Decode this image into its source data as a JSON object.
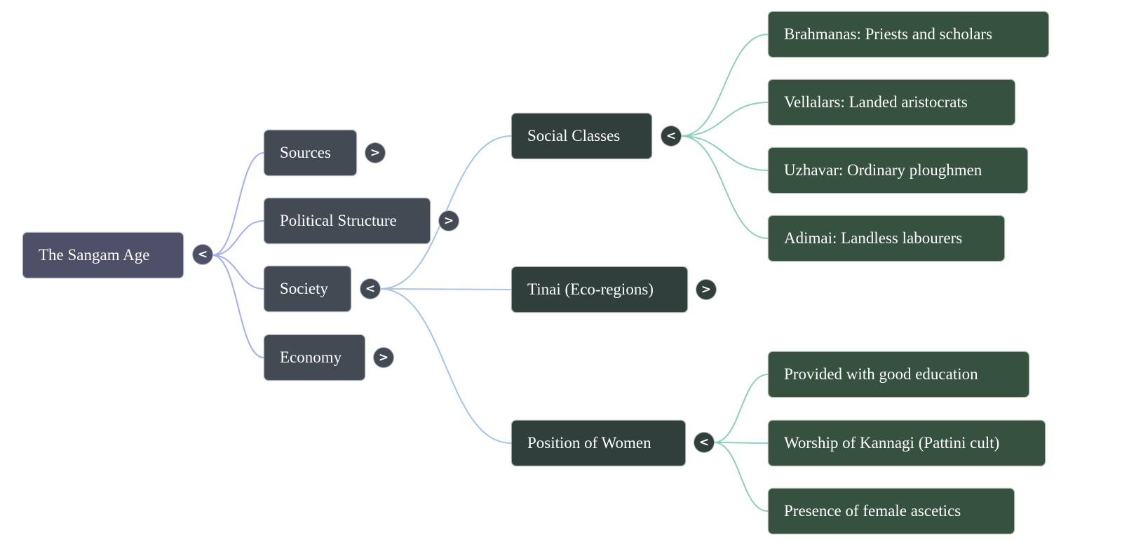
{
  "mindmap": {
    "root": {
      "label": "The Sangam Age",
      "toggle": "<",
      "expanded": true
    },
    "level1": [
      {
        "label": "Sources",
        "toggle": ">",
        "expanded": false
      },
      {
        "label": "Political Structure",
        "toggle": ">",
        "expanded": false
      },
      {
        "label": "Society",
        "toggle": "<",
        "expanded": true
      },
      {
        "label": "Economy",
        "toggle": ">",
        "expanded": false
      }
    ],
    "society_children": [
      {
        "label": "Social Classes",
        "toggle": "<",
        "expanded": true
      },
      {
        "label": "Tinai (Eco-regions)",
        "toggle": ">",
        "expanded": false
      },
      {
        "label": "Position of Women",
        "toggle": "<",
        "expanded": true
      }
    ],
    "social_classes_children": [
      {
        "label": "Brahmanas: Priests and scholars"
      },
      {
        "label": "Vellalars: Landed aristocrats"
      },
      {
        "label": "Uzhavar: Ordinary ploughmen"
      },
      {
        "label": "Adimai: Landless labourers"
      }
    ],
    "position_of_women_children": [
      {
        "label": "Provided with good education"
      },
      {
        "label": "Worship of Kannagi (Pattini cult)"
      },
      {
        "label": "Presence of female ascetics"
      }
    ],
    "colors": {
      "root": "#4d5066",
      "level1": "#434a54",
      "level2": "#313f3c",
      "level3": "#36513f",
      "edge_level1": "#a3aef3",
      "edge_level2": "#a9c4e4",
      "edge_level3": "#8fcfbf"
    }
  }
}
